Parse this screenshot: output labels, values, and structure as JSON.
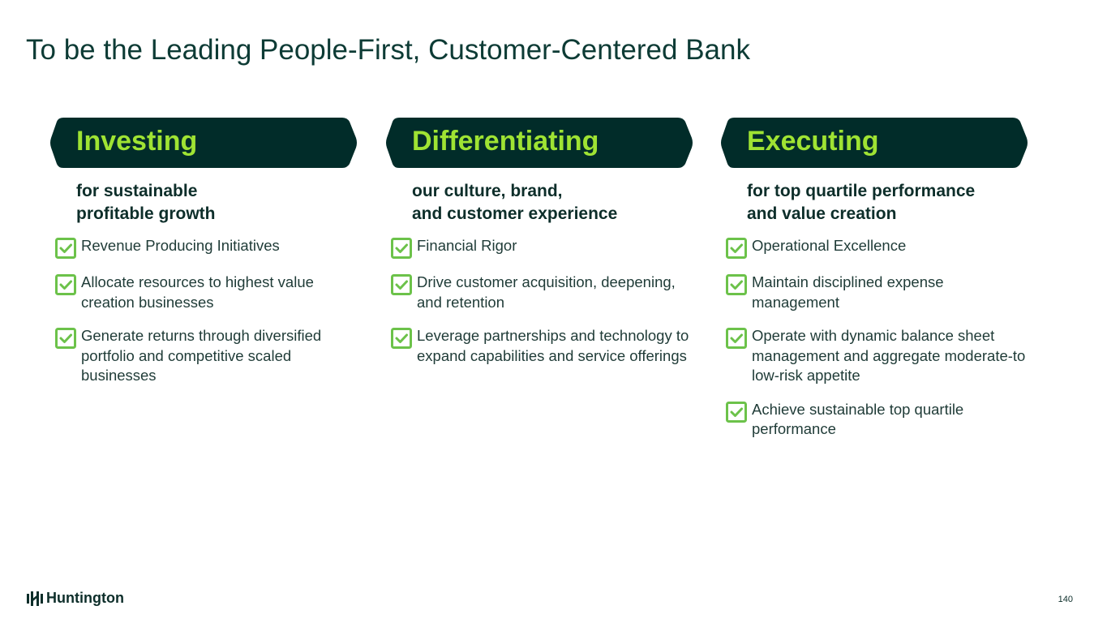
{
  "title": "To be the Leading People-First, Customer-Centered Bank",
  "colors": {
    "header_bg": "#012c29",
    "header_text": "#9fe333",
    "check": "#6cc24a"
  },
  "columns": [
    {
      "header": "Investing",
      "subtitle_lines": [
        "for sustainable",
        "profitable growth"
      ],
      "items": [
        "Revenue Producing Initiatives",
        "Allocate resources to highest value creation businesses",
        "Generate returns through diversified portfolio and competitive scaled businesses"
      ]
    },
    {
      "header": "Differentiating",
      "subtitle_lines": [
        "our culture, brand,",
        "and customer experience"
      ],
      "items": [
        "Financial Rigor",
        "Drive customer acquisition, deepening, and retention",
        "Leverage partnerships and technology to expand capabilities and service offerings"
      ]
    },
    {
      "header": "Executing",
      "subtitle_lines": [
        "for top quartile performance",
        "and value creation"
      ],
      "items": [
        "Operational Excellence",
        "Maintain disciplined expense management",
        "Operate with dynamic balance sheet management and aggregate moderate-to low-risk appetite",
        "Achieve sustainable top quartile performance"
      ]
    }
  ],
  "footer": {
    "logo": "Huntington",
    "page": "140"
  }
}
